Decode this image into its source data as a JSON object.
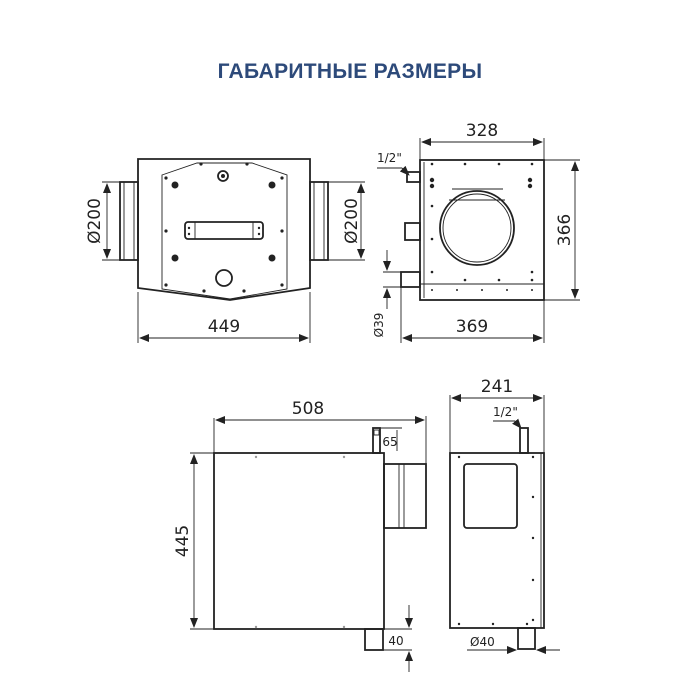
{
  "title": "ГАБАРИТНЫЕ РАЗМЕРЫ",
  "colors": {
    "title": "#2d4a7a",
    "line": "#222222",
    "background": "#ffffff"
  },
  "views": {
    "top_view": {
      "width_label": "449",
      "left_duct_label": "Ø200",
      "right_duct_label": "Ø200"
    },
    "front_view": {
      "width_top_label": "328",
      "height_label": "366",
      "width_bottom_label": "369",
      "pipe_label": "1/2\"",
      "drain_label": "Ø39"
    },
    "side_view": {
      "width_label": "508",
      "height_label": "445",
      "top_fitting_label": "65",
      "bottom_drain_label": "40"
    },
    "back_view": {
      "width_label": "241",
      "pipe_label": "1/2\"",
      "drain_label": "Ø40"
    }
  }
}
